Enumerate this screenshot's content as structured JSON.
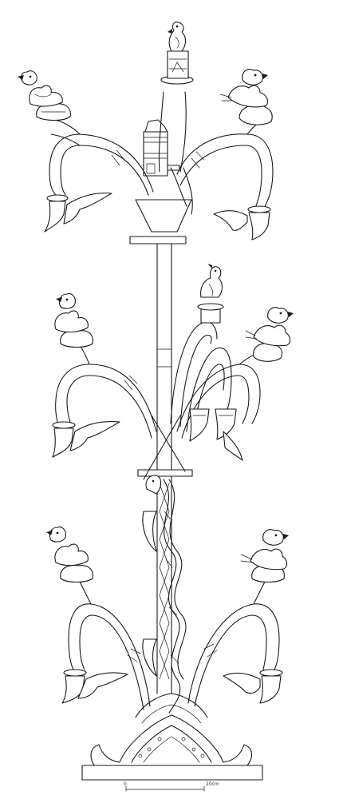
{
  "figure": {
    "scale_start": "0",
    "scale_end": "20cm",
    "line_color": "#1a1a1a",
    "background": "#ffffff"
  },
  "birds": [
    {
      "id": "top",
      "facing": "left"
    },
    {
      "id": "upper-left",
      "facing": "left"
    },
    {
      "id": "upper-right",
      "facing": "right"
    },
    {
      "id": "center-upper",
      "facing": "left"
    },
    {
      "id": "middle-left",
      "facing": "left"
    },
    {
      "id": "middle-right",
      "facing": "right"
    },
    {
      "id": "middle-center",
      "facing": "left"
    },
    {
      "id": "lower-left",
      "facing": "left"
    },
    {
      "id": "lower-right",
      "facing": "right"
    }
  ]
}
